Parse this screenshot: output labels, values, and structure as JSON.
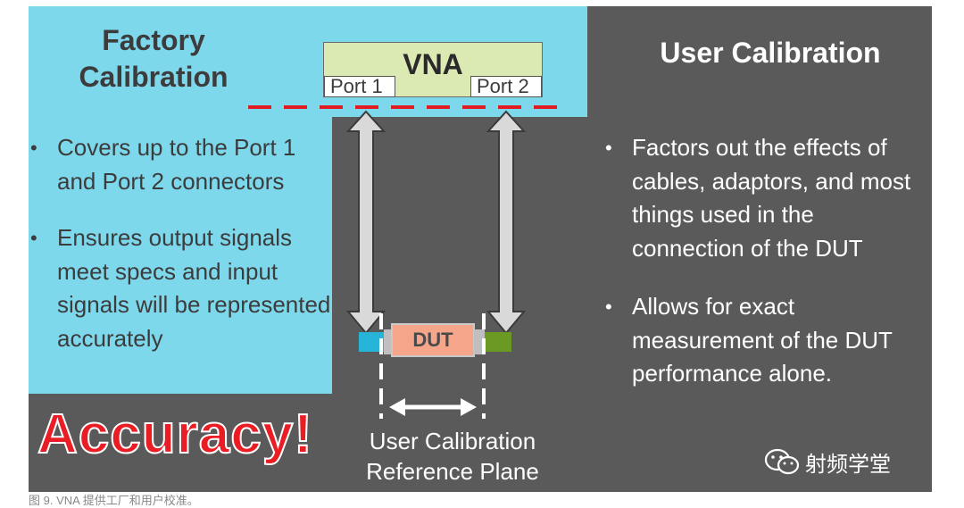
{
  "colors": {
    "factory_bg": "#7dd8ec",
    "user_bg": "#5a5a5a",
    "vna_fill": "#dbe9b3",
    "dut_fill": "#f4a58a",
    "dashed_line": "#e31b23",
    "accuracy_text": "#ea1c24",
    "port1_connector": "#26b5d8",
    "port2_connector": "#6b9a24"
  },
  "factory": {
    "title": "Factory\nCalibration",
    "bullets": [
      "Covers up to the Port 1 and Port 2 connectors",
      "Ensures output signals meet specs and input signals will be represented accurately"
    ]
  },
  "user": {
    "title": "User Calibration",
    "bullets": [
      "Factors out the effects of cables, adaptors, and most things used in the connection of the DUT",
      "Allows for exact measurement of the DUT performance alone."
    ]
  },
  "vna": {
    "label": "VNA",
    "port1": "Port 1",
    "port2": "Port 2"
  },
  "dut": {
    "label": "DUT"
  },
  "reference_plane": "User Calibration\nReference Plane",
  "accuracy": "Accuracy!",
  "watermark": {
    "icon": "wechat-icon",
    "text": "射频学堂"
  },
  "caption": "图 9. VNA 提供工厂和用户校准。"
}
